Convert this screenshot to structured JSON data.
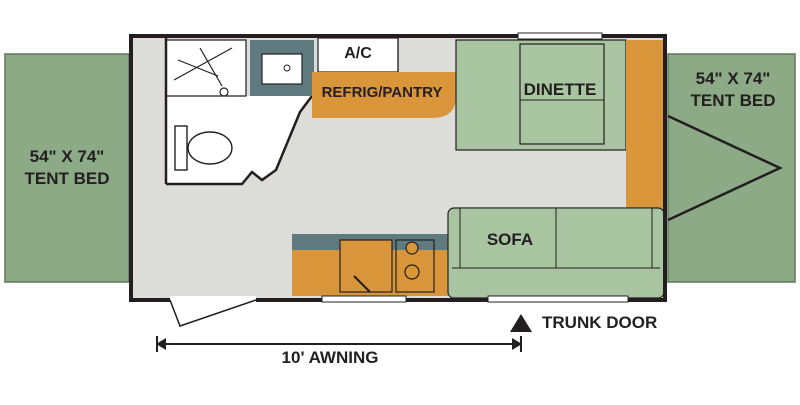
{
  "labels": {
    "tent_bed_left": "54\" X 74\"\nTENT BED",
    "tent_bed_right": "54\" X 74\"\nTENT BED",
    "ac": "A/C",
    "refrig_pantry": "REFRIG/PANTRY",
    "dinette": "DINETTE",
    "sofa": "SOFA",
    "trunk_door": "TRUNK DOOR",
    "awning": "10' AWNING"
  },
  "colors": {
    "tent_green": "#8caa86",
    "sofa_green": "#a8c4a0",
    "counter_orange": "#d9953a",
    "fixture_slate": "#5f7b80",
    "floor_gray": "#dcddd9",
    "bath_white": "#ffffff",
    "wall": "#231f20"
  },
  "icons": {
    "trunk_door_marker": "triangle-up-icon",
    "awning_arrows": "double-arrow-icon"
  }
}
